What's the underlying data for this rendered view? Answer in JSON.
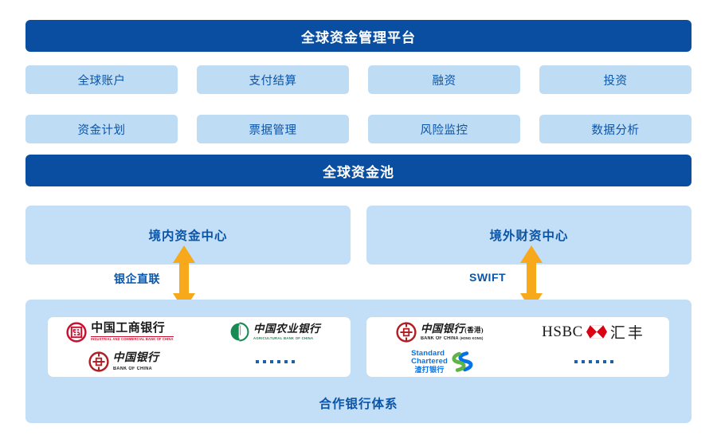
{
  "platform": {
    "title": "全球资金管理平台",
    "pool_title": "全球资金池"
  },
  "modules": [
    {
      "label": "全球账户"
    },
    {
      "label": "支付结算"
    },
    {
      "label": "融资"
    },
    {
      "label": "投资"
    },
    {
      "label": "资金计划"
    },
    {
      "label": "票据管理"
    },
    {
      "label": "风险监控"
    },
    {
      "label": "数据分析"
    }
  ],
  "centers": {
    "domestic": {
      "label": "境内资金中心",
      "connector": "银企直联"
    },
    "offshore": {
      "label": "境外财资中心",
      "connector": "SWIFT"
    }
  },
  "bank_system": {
    "caption": "合作银行体系",
    "domestic_banks": [
      {
        "id": "icbc",
        "cn": "中国工商银行",
        "en": "INDUSTRIAL AND COMMERCIAL BANK OF CHINA",
        "mark": "icbc-emblem-icon",
        "color": "#c8102e"
      },
      {
        "id": "abc",
        "cn": "中国农业银行",
        "en": "AGRICULTURAL BANK OF CHINA",
        "mark": "abc-emblem-icon",
        "color": "#1a8a54"
      },
      {
        "id": "boc",
        "cn": "中国银行",
        "en": "BANK OF CHINA",
        "mark": "boc-emblem-icon",
        "color": "#b01f24"
      },
      {
        "id": "more-domestic",
        "mark": "ellipsis-dots-icon",
        "color": "#1d5fa8"
      }
    ],
    "offshore_banks": [
      {
        "id": "bochk",
        "cn": "中国银行",
        "cn_suffix": "(香港)",
        "en": "BANK OF CHINA",
        "en_suffix": "(HONG KONG)",
        "mark": "boc-emblem-icon",
        "color": "#b01f24"
      },
      {
        "id": "hsbc",
        "word": "HSBC",
        "cn": "汇丰",
        "mark": "hsbc-hexagon-icon",
        "color": "#db0011"
      },
      {
        "id": "standard-chartered",
        "en_line1": "Standard",
        "en_line2": "Chartered",
        "cn": "渣打银行",
        "mark": "sc-helix-icon",
        "color": "#0473ea"
      },
      {
        "id": "more-offshore",
        "mark": "ellipsis-dots-icon",
        "color": "#1d5fa8"
      }
    ]
  },
  "colors": {
    "banner_blue": "#0a4ea2",
    "chip_blue": "#bfdcf5",
    "panel_blue": "#c3dff7",
    "text_blue": "#0b55a8",
    "arrow_orange": "#f7a81b"
  }
}
